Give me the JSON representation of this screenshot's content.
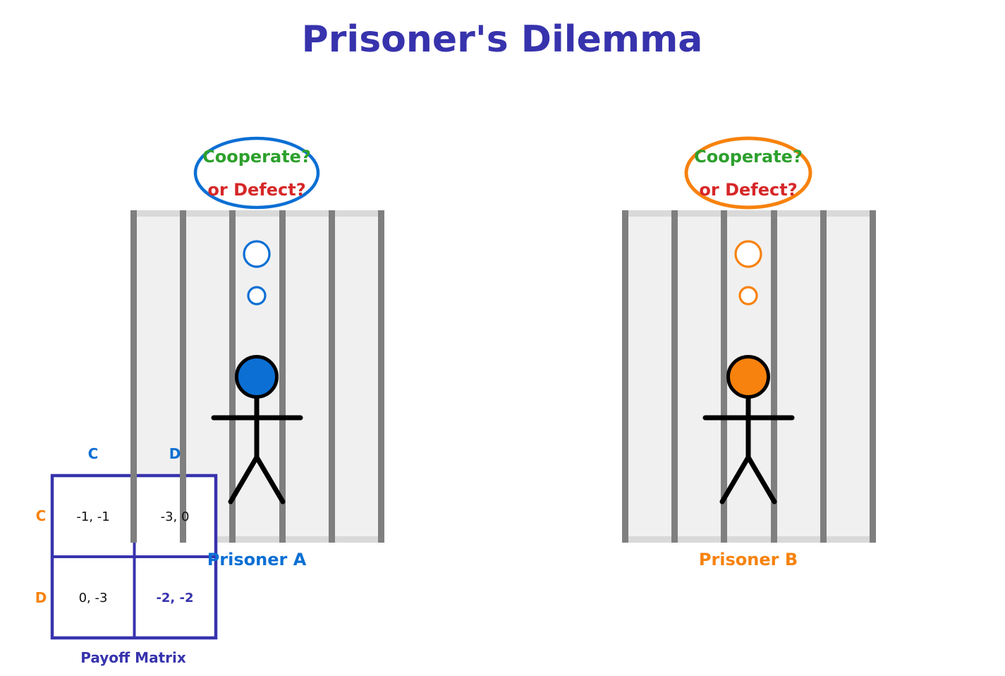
{
  "title": "Prisoner's Dilemma",
  "prisoner_a": {
    "label": "Prisoner A",
    "color": "#0B6FD4",
    "thought": {
      "line1": "Cooperate?",
      "line2": "or Defect?"
    }
  },
  "prisoner_b": {
    "label": "Prisoner B",
    "color": "#F7820D",
    "thought": {
      "line1": "Cooperate?",
      "line2": "or Defect?"
    }
  },
  "payoff_matrix": {
    "caption": "Payoff Matrix",
    "column_headers": [
      "C",
      "D"
    ],
    "row_headers": [
      "C",
      "D"
    ],
    "cells": [
      [
        "-1, -1",
        "-3, 0"
      ],
      [
        "0, -3",
        "-2, -2"
      ]
    ],
    "highlighted_cell": "-2, -2",
    "column_header_color": "#0B6FD4",
    "row_header_color": "#F7820D",
    "grid_color": "#3733AD"
  },
  "colors": {
    "title": "#3733AD",
    "cooperate_text": "#2CA02C",
    "defect_text": "#D62728",
    "jail_bar": "#7F7F7F",
    "jail_rail": "#D9D9D9",
    "jail_background": "#F0F0F0",
    "figure_outline": "#000000"
  }
}
